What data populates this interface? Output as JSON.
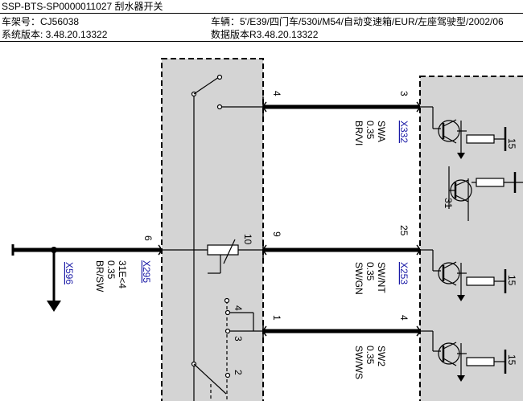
{
  "header": {
    "title": "SSP-BTS-SP0000011027 刮水器开关",
    "chassis_no": "车架号：CJ56038",
    "vehicle": "车辆：5'/E39/四门车/530i/M54/自动变速箱/EUR/左座驾驶型/2002/06",
    "system_version": "系统版本: 3.48.20.13322",
    "data_version": "数据版本R3.48.20.13322"
  },
  "diagram": {
    "left_connector": {
      "link": "X596",
      "pin": "6",
      "signal": "31E<4",
      "size": "0.35",
      "color": "BR/SW",
      "switch_connector": "X295"
    },
    "switch_pins": {
      "p10": "10",
      "p4": "4",
      "p3": "3",
      "p2": "2"
    },
    "wires": [
      {
        "pin_left": "4",
        "pin_right": "3",
        "name": "SWA",
        "size": "0.35",
        "color": "BR/VI",
        "connector": "X332"
      },
      {
        "pin_left": "9",
        "pin_right": "25",
        "name": "SW/NT",
        "size": "0.35",
        "color": "SW/GN",
        "connector": "X253"
      },
      {
        "pin_left": "1",
        "pin_right": "4",
        "name": "SW2",
        "size": "0.35",
        "color": "SW/WS",
        "connector": ""
      }
    ],
    "module_labels": {
      "t1": "15",
      "t2": "31",
      "t3": "15",
      "t4": "15"
    }
  }
}
